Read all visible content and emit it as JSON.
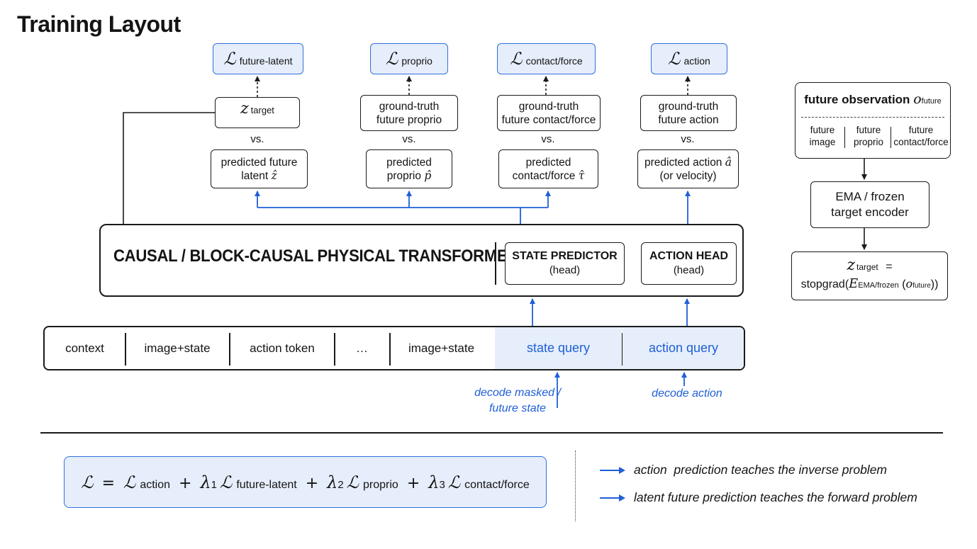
{
  "title": "Training Layout",
  "colors": {
    "accent": "#2f6fe0",
    "accent_fill": "#e6eefb",
    "ink": "#1a1a1a"
  },
  "losses": [
    {
      "id": "future-latent",
      "symbol": "ℒ",
      "sub": "future-latent"
    },
    {
      "id": "proprio",
      "symbol": "ℒ",
      "sub": "proprio"
    },
    {
      "id": "contact-force",
      "symbol": "ℒ",
      "sub": "contact/force"
    },
    {
      "id": "action",
      "symbol": "ℒ",
      "sub": "action"
    }
  ],
  "targets": {
    "latent": {
      "symbol": "z",
      "sub": "target"
    },
    "proprio": [
      "ground-truth",
      "future proprio"
    ],
    "contact": [
      "ground-truth",
      "future contact/force"
    ],
    "action": [
      "ground-truth",
      "future action"
    ]
  },
  "vs_label": "vs.",
  "predictions": {
    "latent": {
      "line1": "predicted future",
      "line2": "latent",
      "symbol": "ẑ"
    },
    "proprio": {
      "line1": "predicted",
      "line2": "proprio",
      "symbol": "p̂"
    },
    "contact": {
      "line1": "predicted",
      "line2": "contact/force",
      "symbol": "τ̂"
    },
    "action": {
      "line1": "predicted action",
      "symbol": "â",
      "line2": "(or velocity)"
    }
  },
  "transformer": {
    "label": "CAUSAL / BLOCK-CAUSAL PHYSICAL TRANSFORMER",
    "state_head": {
      "title": "STATE PREDICTOR",
      "sub": "(head)"
    },
    "action_head": {
      "title": "ACTION HEAD",
      "sub": "(head)"
    }
  },
  "tokens": [
    "context",
    "image+state",
    "action token",
    "…",
    "image+state",
    "state query",
    "action query"
  ],
  "notes": {
    "decode_state": [
      "decode masked /",
      "future state"
    ],
    "decode_action": "decode action"
  },
  "observation": {
    "title": "future observation",
    "symbol": "o",
    "symbol_sub": "future",
    "cells": [
      [
        "future",
        "image"
      ],
      [
        "future",
        "proprio"
      ],
      [
        "future",
        "contact/force"
      ]
    ]
  },
  "encoder": [
    "EMA / frozen",
    "target encoder"
  ],
  "stopgrad": {
    "symbol": "z",
    "symbol_sub": "target",
    "eq": "=",
    "func": "stopgrad(",
    "E": "E",
    "E_sub": "EMA/frozen",
    "arg": "o",
    "arg_sub": "future",
    "close": "))"
  },
  "formula": {
    "lhs": "ℒ",
    "eq": "=",
    "terms": [
      {
        "coef": "",
        "coef_sub": "",
        "symbol": "ℒ",
        "sub": "action"
      },
      {
        "coef": "λ",
        "coef_sub": "1",
        "symbol": "ℒ",
        "sub": "future-latent"
      },
      {
        "coef": "λ",
        "coef_sub": "2",
        "symbol": "ℒ",
        "sub": "proprio"
      },
      {
        "coef": "λ",
        "coef_sub": "3",
        "symbol": "ℒ",
        "sub": "contact/force"
      }
    ],
    "plus": "+"
  },
  "legend": [
    "action  prediction teaches the inverse problem",
    "latent future prediction teaches the forward problem"
  ]
}
